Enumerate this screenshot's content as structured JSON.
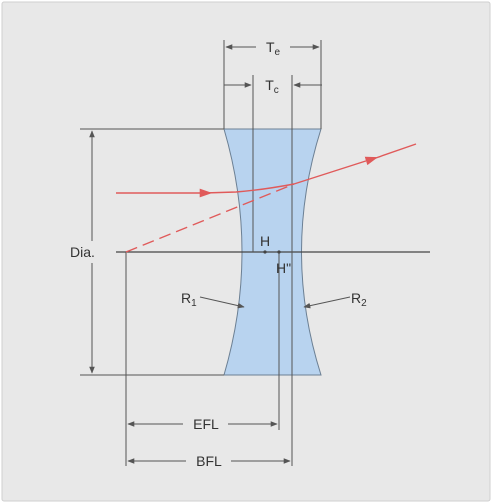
{
  "labels": {
    "te": "Te",
    "tc": "Tc",
    "dia": "Dia.",
    "h": "H",
    "h_prime": "H\"",
    "r1": "R1",
    "r2": "R2",
    "efl": "EFL",
    "bfl": "BFL"
  },
  "colors": {
    "background": "#e8e8e8",
    "border": "#cfcfcf",
    "lens_fill": "#b8d3ef",
    "lens_stroke": "#6b7f93",
    "line": "#555555",
    "axis": "#444444",
    "ray": "#e05a5a"
  }
}
